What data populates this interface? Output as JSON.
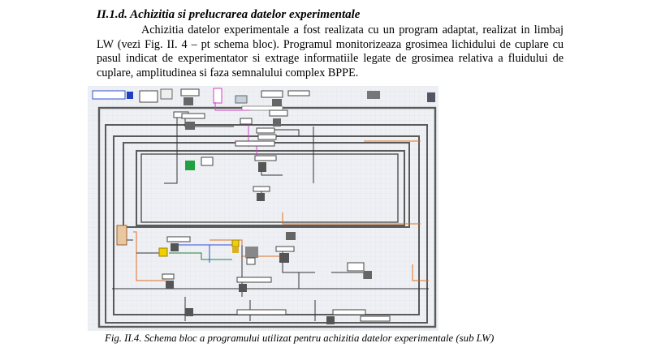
{
  "section": {
    "heading": "II.1.d. Achizitia si prelucrarea datelor experimentale",
    "paragraph": "Achizitia datelor experimentale a fost realizata cu un program adaptat, realizat in limbaj LW (vezi Fig. II. 4 – pt schema bloc). Programul monitorizeaza grosimea lichidului de cuplare cu pasul indicat de experimentator si extrage informatiile legate de grosimea relativa a fluidului de cuplare, amplitudinea si faza semnalului complex BPPE."
  },
  "figure": {
    "caption": "Fig. II.4. Schema bloc a programului utilizat pentru achizitia datelor experimentale (sub LW)",
    "colors": {
      "background": "#eef0f4",
      "grid": "#dde2ea",
      "frame": "#5a5a5a",
      "wire_orange": "#e07020",
      "wire_pink": "#d040c0",
      "wire_blue": "#3050d0",
      "wire_green": "#208040",
      "highlight_yellow": "#f0d000"
    }
  }
}
